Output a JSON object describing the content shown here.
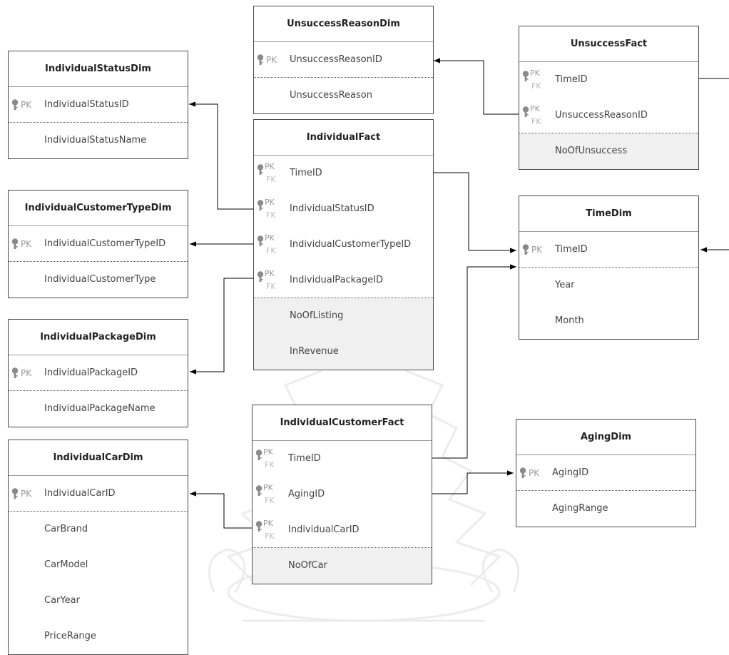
{
  "tables": {
    "unsuccess_reason_dim": {
      "title": "UnsuccessReasonDim",
      "rows": [
        {
          "name": "UnsuccessReasonID",
          "key": "PK"
        },
        {
          "name": "UnsuccessReason",
          "key": ""
        }
      ]
    },
    "unsuccess_fact": {
      "title": "UnsuccessFact",
      "rows": [
        {
          "name": "TimeID",
          "key": "PKFK"
        },
        {
          "name": "UnsuccessReasonID",
          "key": "PKFK"
        },
        {
          "name": "NoOfUnsuccess",
          "key": "measure"
        }
      ]
    },
    "individual_status_dim": {
      "title": "IndividualStatusDim",
      "rows": [
        {
          "name": "IndividualStatusID",
          "key": "PK"
        },
        {
          "name": "IndividualStatusName",
          "key": ""
        }
      ]
    },
    "individual_fact": {
      "title": "IndividualFact",
      "rows": [
        {
          "name": "TimeID",
          "key": "PKFK"
        },
        {
          "name": "IndividualStatusID",
          "key": "PKFK"
        },
        {
          "name": "IndividualCustomerTypeID",
          "key": "PKFK"
        },
        {
          "name": "IndividualPackageID",
          "key": "PKFK"
        },
        {
          "name": "NoOfListing",
          "key": "measure"
        },
        {
          "name": "InRevenue",
          "key": "measure"
        }
      ]
    },
    "individual_customer_type_dim": {
      "title": "IndividualCustomerTypeDim",
      "rows": [
        {
          "name": "IndividualCustomerTypeID",
          "key": "PK"
        },
        {
          "name": "IndividualCustomerType",
          "key": ""
        }
      ]
    },
    "time_dim": {
      "title": "TimeDim",
      "rows": [
        {
          "name": "TimeID",
          "key": "PK"
        },
        {
          "name": "Year",
          "key": ""
        },
        {
          "name": "Month",
          "key": ""
        }
      ]
    },
    "individual_package_dim": {
      "title": "IndividualPackageDim",
      "rows": [
        {
          "name": "IndividualPackageID",
          "key": "PK"
        },
        {
          "name": "IndividualPackageName",
          "key": ""
        }
      ]
    },
    "individual_customer_fact": {
      "title": "IndividualCustomerFact",
      "rows": [
        {
          "name": "TimeID",
          "key": "PKFK"
        },
        {
          "name": "AgingID",
          "key": "PKFK"
        },
        {
          "name": "IndividualCarID",
          "key": "PKFK"
        },
        {
          "name": "NoOfCar",
          "key": "measure"
        }
      ]
    },
    "aging_dim": {
      "title": "AgingDim",
      "rows": [
        {
          "name": "AgingID",
          "key": "PK"
        },
        {
          "name": "AgingRange",
          "key": ""
        }
      ]
    },
    "individual_car_dim": {
      "title": "IndividualCarDim",
      "rows": [
        {
          "name": "IndividualCarID",
          "key": "PK"
        },
        {
          "name": "CarBrand",
          "key": ""
        },
        {
          "name": "CarModel",
          "key": ""
        },
        {
          "name": "CarYear",
          "key": ""
        },
        {
          "name": "PriceRange",
          "key": ""
        }
      ]
    }
  },
  "labels": {
    "pk": "PK",
    "fk": "FK"
  },
  "colors": {
    "border": "#4a4a4a",
    "measure_bg": "#f0f0f0",
    "key_icon": "#8a8a8a"
  },
  "icons": {
    "key": "key-icon"
  }
}
